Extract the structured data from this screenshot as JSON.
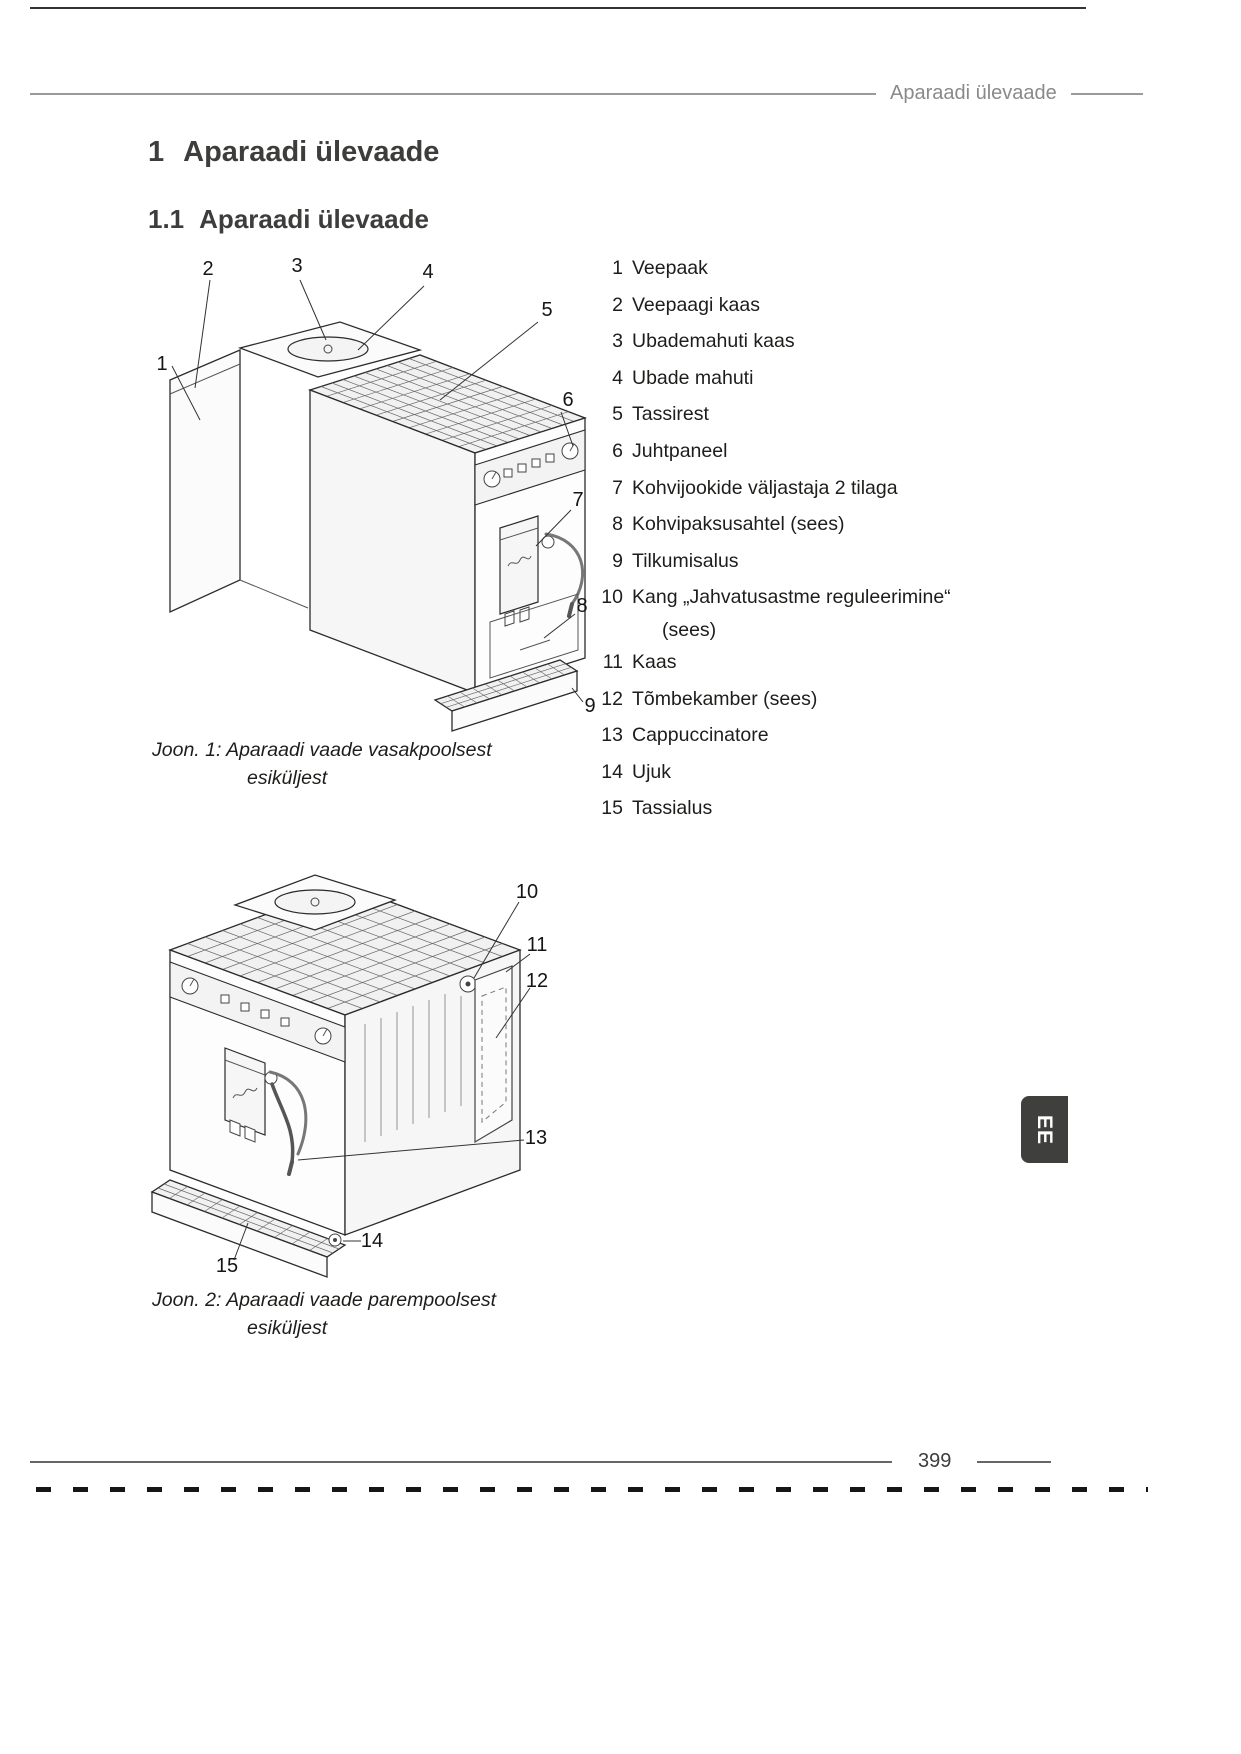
{
  "header": {
    "title": "Aparaadi ülevaade"
  },
  "headings": {
    "h1": {
      "num": "1",
      "text": "Aparaadi ülevaade"
    },
    "h2": {
      "num": "1.1",
      "text": "Aparaadi ülevaade"
    }
  },
  "legend": {
    "items": [
      {
        "num": "1",
        "label": "Veepaak"
      },
      {
        "num": "2",
        "label": "Veepaagi kaas"
      },
      {
        "num": "3",
        "label": "Ubademahuti kaas"
      },
      {
        "num": "4",
        "label": "Ubade mahuti"
      },
      {
        "num": "5",
        "label": "Tassirest"
      },
      {
        "num": "6",
        "label": "Juhtpaneel"
      },
      {
        "num": "7",
        "label": "Kohvijookide väljastaja 2 tilaga"
      },
      {
        "num": "8",
        "label": "Kohvipaksusahtel (sees)"
      },
      {
        "num": "9",
        "label": "Tilkumisalus"
      },
      {
        "num": "10",
        "label": "Kang „Jahvatusastme reguleerimine“",
        "label2": "(sees)"
      },
      {
        "num": "11",
        "label": "Kaas"
      },
      {
        "num": "12",
        "label": "Tõmbekamber (sees)"
      },
      {
        "num": "13",
        "label": "Cappuccinatore"
      },
      {
        "num": "14",
        "label": "Ujuk"
      },
      {
        "num": "15",
        "label": "Tassialus"
      }
    ]
  },
  "fig1": {
    "nums": [
      "1",
      "2",
      "3",
      "4",
      "5",
      "6",
      "7",
      "8",
      "9"
    ],
    "caption_line1": "Joon. 1: Aparaadi vaade vasakpoolsest",
    "caption_line2": "esiküljest"
  },
  "fig2": {
    "nums": [
      "10",
      "11",
      "12",
      "13",
      "14",
      "15"
    ],
    "caption_line1": "Joon. 2: Aparaadi vaade parempoolsest",
    "caption_line2": "esiküljest"
  },
  "footer": {
    "page_number": "399"
  },
  "side_tab": {
    "label": "EE"
  },
  "colors": {
    "text": "#1d1d1b",
    "heading": "#3d3d3c",
    "muted": "#8a8a8a",
    "tab_bg": "#3f3f3e"
  }
}
